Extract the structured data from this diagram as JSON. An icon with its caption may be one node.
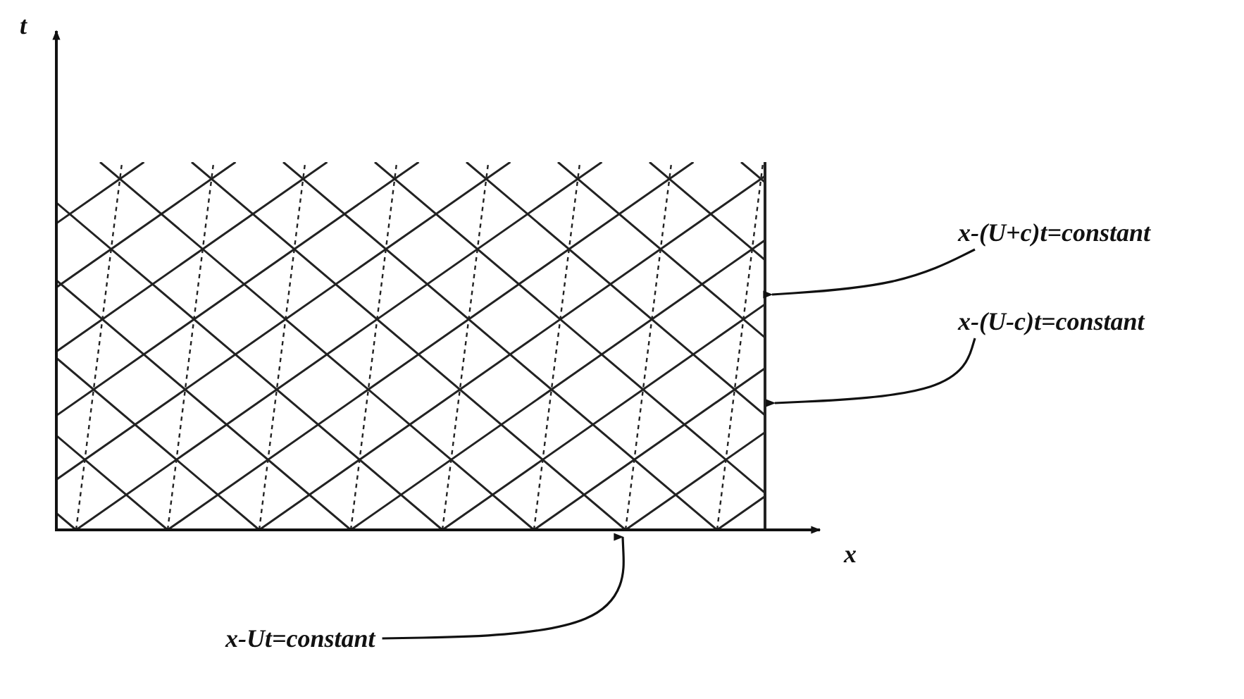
{
  "diagram": {
    "nodes": [
      {
        "text": [
          "x-(U+c)t=constant"
        ]
      },
      {
        "text": [
          "x-(U-c)t=constant"
        ]
      },
      {
        "text": [
          "x-Ut=constant"
        ]
      }
    ],
    "edges": [
      {
        "from": 0,
        "to": null,
        "arrow": "to"
      },
      {
        "from": 1,
        "to": null,
        "arrow": "to"
      },
      {
        "from": 2,
        "to": null,
        "arrow": "to"
      }
    ],
    "labels": [
      "t",
      "x"
    ]
  }
}
